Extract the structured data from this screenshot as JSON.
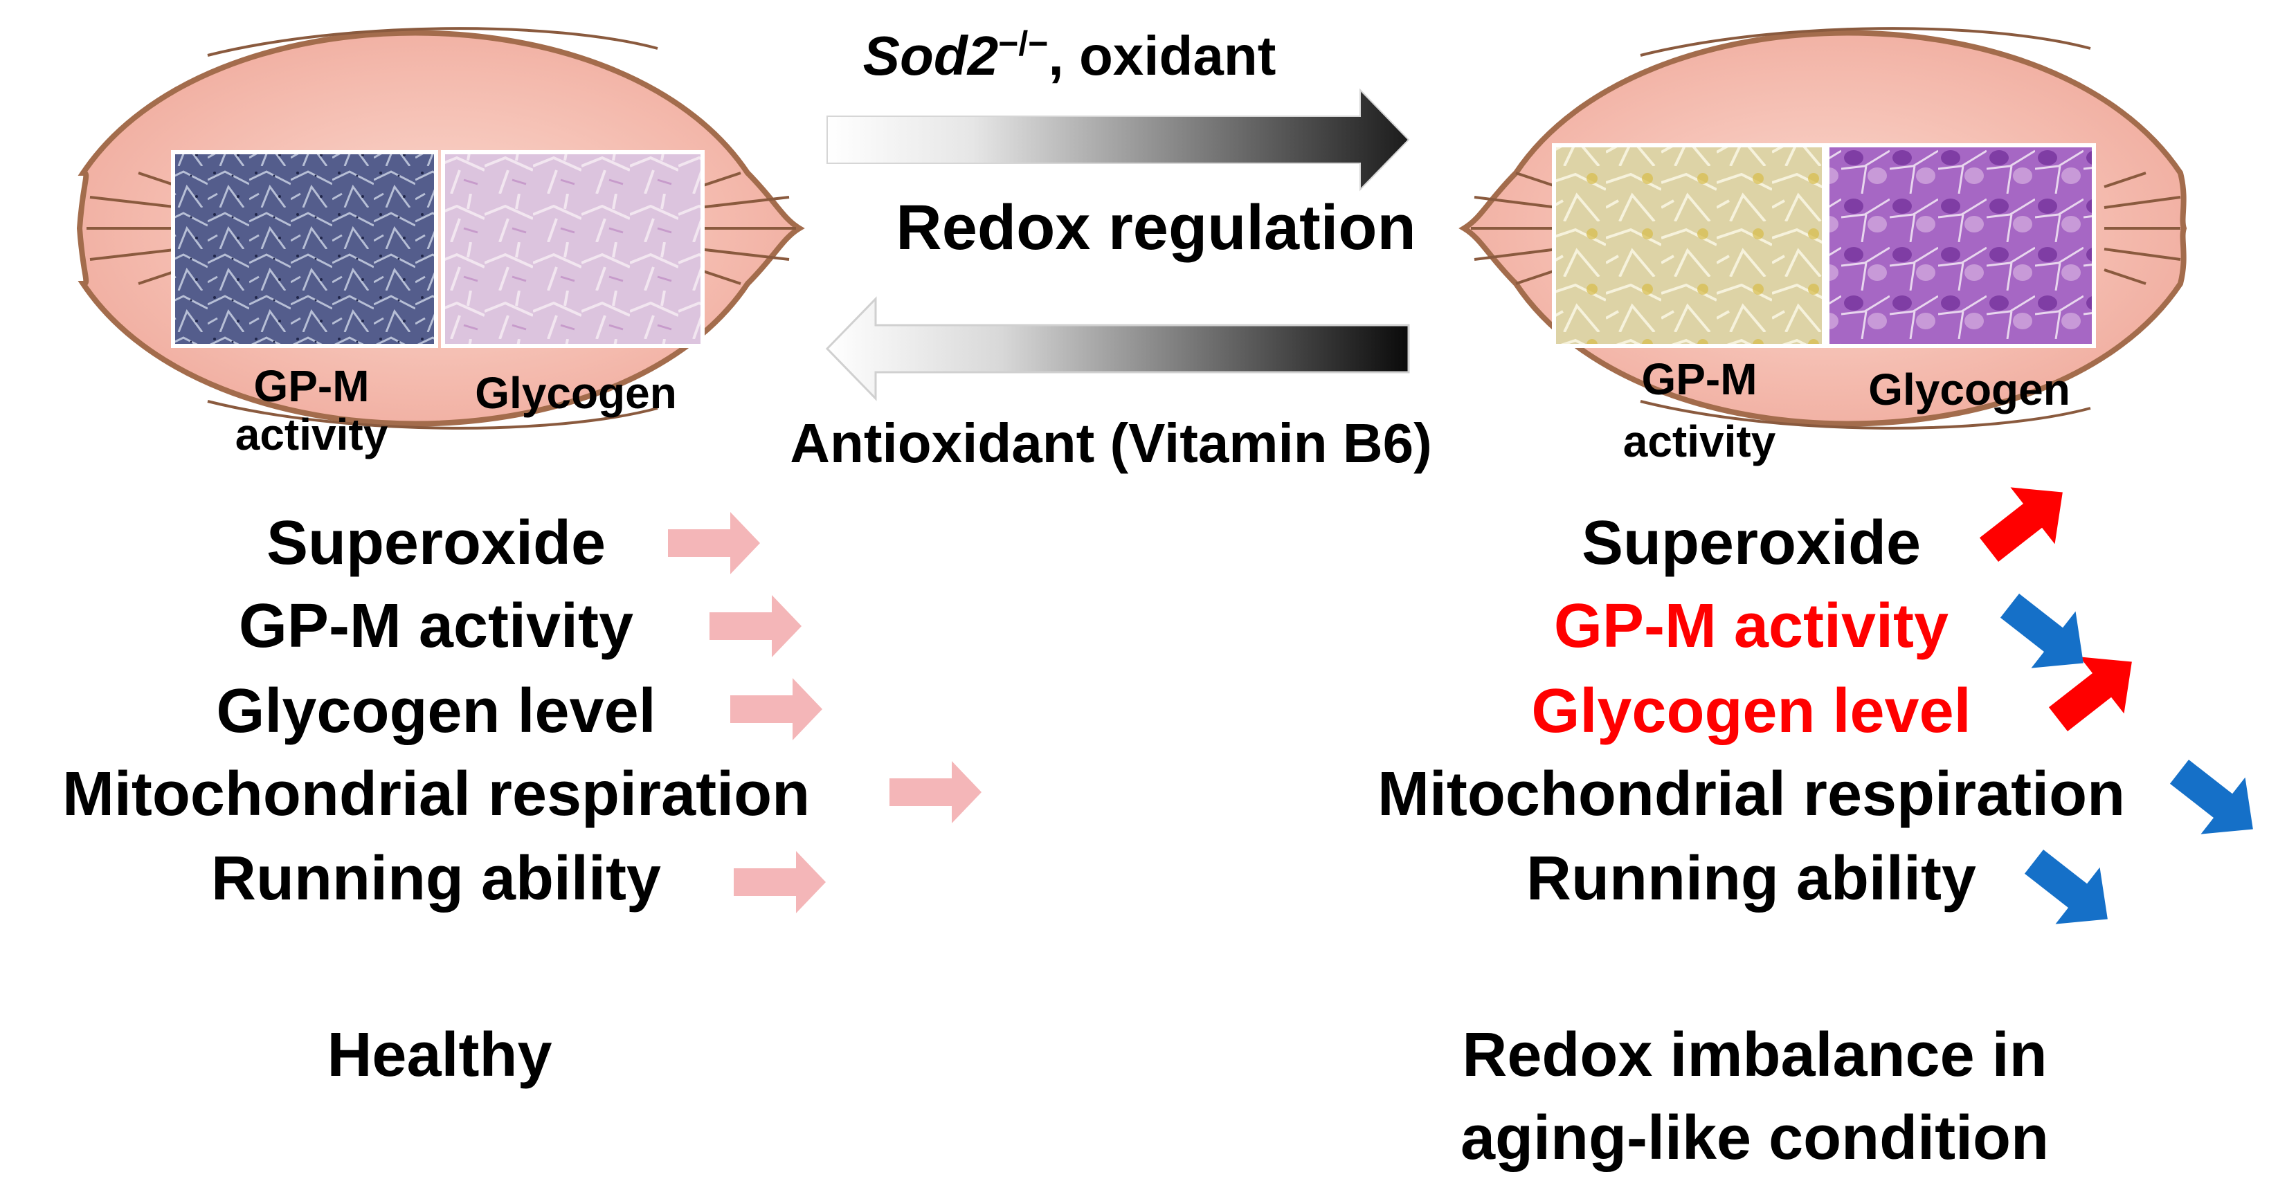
{
  "center": {
    "top_arrow_label_italic": "Sod2",
    "top_arrow_label_sup": "−/−",
    "top_arrow_label_rest": ", oxidant",
    "middle_label": "Redox regulation",
    "bottom_arrow_label": "Antioxidant (Vitamin B6)"
  },
  "left_muscle": {
    "panel1_label_line1": "GP-M",
    "panel1_label_line2": "activity",
    "panel2_label": "Glycogen"
  },
  "right_muscle": {
    "panel1_label_line1": "GP-M",
    "panel1_label_line2": "activity",
    "panel2_label": "Glycogen"
  },
  "healthy": {
    "items": [
      {
        "label": "Superoxide",
        "trend": "unchanged"
      },
      {
        "label": "GP-M activity",
        "trend": "unchanged"
      },
      {
        "label": "Glycogen level",
        "trend": "unchanged"
      },
      {
        "label": "Mitochondrial respiration",
        "trend": "unchanged"
      },
      {
        "label": "Running ability",
        "trend": "unchanged"
      }
    ],
    "caption": "Healthy"
  },
  "imbalance": {
    "items": [
      {
        "label": "Superoxide",
        "trend": "up",
        "highlight": false
      },
      {
        "label": "GP-M activity",
        "trend": "down",
        "highlight": true
      },
      {
        "label": "Glycogen level",
        "trend": "up",
        "highlight": true
      },
      {
        "label": "Mitochondrial respiration",
        "trend": "down",
        "highlight": false
      },
      {
        "label": "Running ability",
        "trend": "down",
        "highlight": false
      }
    ],
    "caption_line1": "Redox imbalance in",
    "caption_line2": "aging-like condition"
  },
  "colors": {
    "muscle_fill": "#f0aa9c",
    "muscle_outline": "#a36c4c",
    "neutral_arrow": "#f4b6b8",
    "up_arrow": "#ff0000",
    "down_arrow": "#1570c8",
    "highlight_text": "#ff0000",
    "gpm_healthy_stain": "#4f5a88",
    "glycogen_healthy_stain": "#dcc0de",
    "gpm_imbalance_stain": "#ddd2a4",
    "glycogen_imbalance_stain": "#a05cc0"
  }
}
